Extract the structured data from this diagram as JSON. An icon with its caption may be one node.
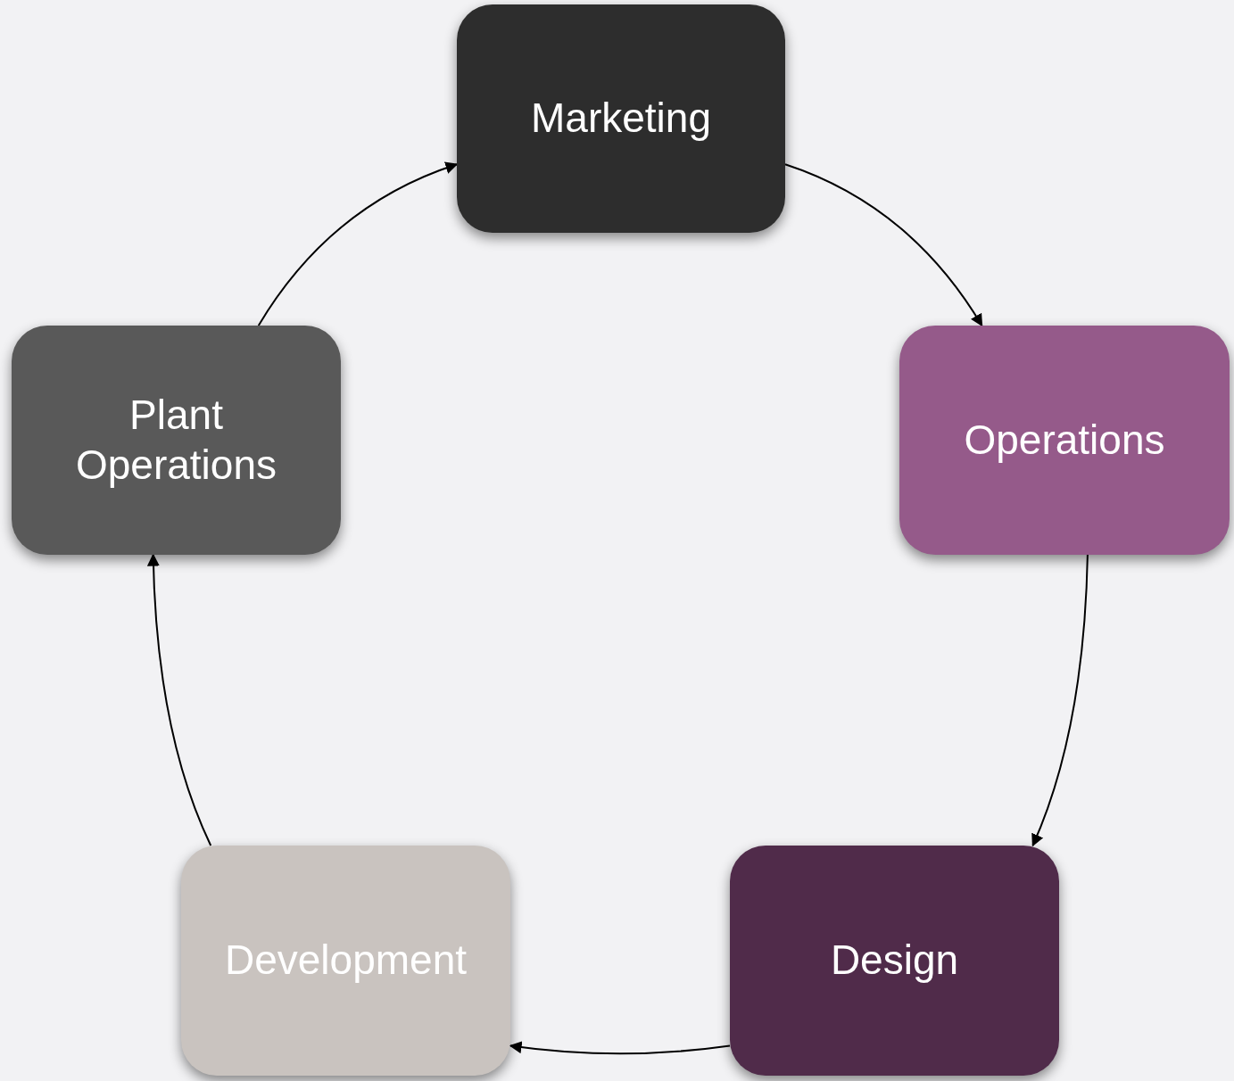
{
  "diagram": {
    "nodes": [
      {
        "text": [
          "Marketing"
        ]
      },
      {
        "text": [
          "Operations"
        ]
      },
      {
        "text": [
          "Design"
        ]
      },
      {
        "text": [
          "Development"
        ]
      },
      {
        "text": [
          "Plant Operations"
        ]
      }
    ],
    "edges": [
      {
        "from": 0,
        "to": 1,
        "arrow": "to"
      },
      {
        "from": 1,
        "to": 2,
        "arrow": "to"
      },
      {
        "from": 2,
        "to": 3,
        "arrow": "to"
      },
      {
        "from": 3,
        "to": 4,
        "arrow": "to"
      },
      {
        "from": 4,
        "to": 0,
        "arrow": "to"
      }
    ]
  }
}
